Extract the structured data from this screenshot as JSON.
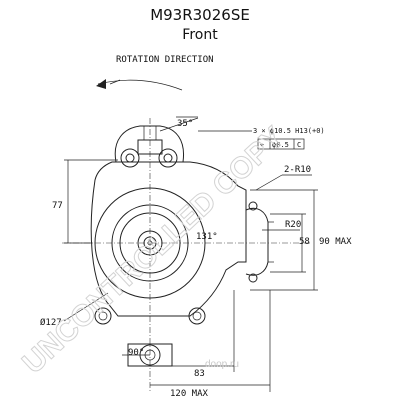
{
  "header": {
    "model_number": "M93R3026SE",
    "view_label": "Front"
  },
  "annotations": {
    "rotation_direction": "ROTATION DIRECTION",
    "angle_top": "35°",
    "angle_mid": "131°",
    "angle_bottom": "90°",
    "hole_spec": "3 × ϕ10.5 H13(+0)",
    "tolerance_frame_symbol": "⌖",
    "tolerance_frame_value": "ϕ0.5",
    "tolerance_frame_datum": "C",
    "radius_callout": "2-R10",
    "r20": "R20",
    "dim_77": "77",
    "dim_58": "58",
    "dim_90_max": "90 MAX",
    "dim_83": "83",
    "dim_120_max": "120 MAX",
    "dia_127": "Ø127"
  },
  "watermark": {
    "text": "UNCONTROLLED COPY",
    "source": "doop.ru"
  }
}
